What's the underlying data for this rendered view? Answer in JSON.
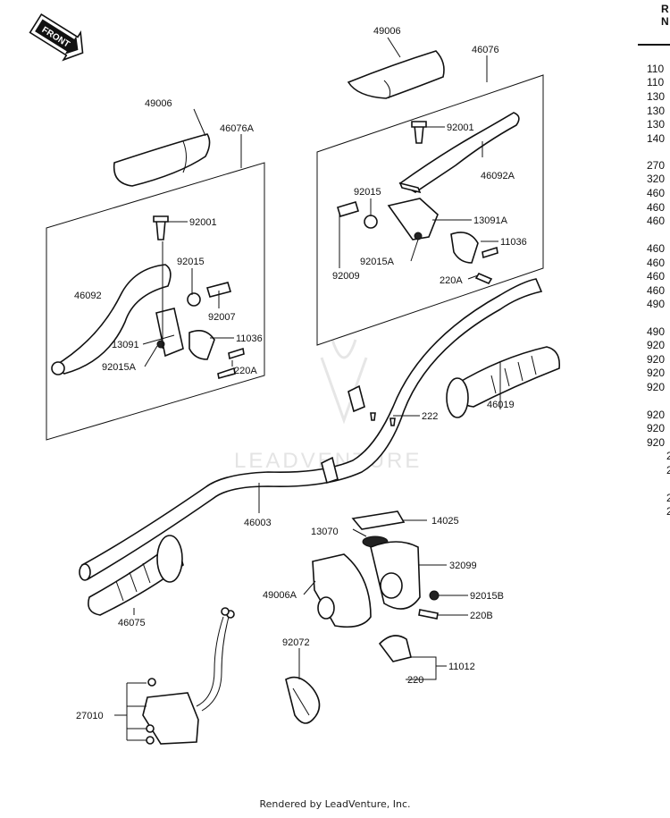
{
  "front_badge": "FRONT",
  "watermark": "LEADVENTURE",
  "footer": "Rendered by LeadVenture, Inc.",
  "labels": {
    "grip_cover_right": "49006",
    "grip_cover_left": "49006",
    "lever_assy_right": "46076",
    "lever_assy_left": "46076A",
    "bolt_right": "92001",
    "bolt_left": "92001",
    "lever_right": "46092A",
    "lever_left": "46092",
    "washer_right": "92015",
    "washer_left": "92015",
    "holder_right": "13091A",
    "holder_left": "13091",
    "clamp_right": "11036",
    "clamp_left": "11036",
    "adjuster_right": "92009",
    "adjuster_left": "92007",
    "nut_right": "92015A",
    "nut_left": "92015A",
    "screw_right": "220A",
    "screw_left": "220A",
    "handlebar": "46003",
    "grip_right": "46019",
    "grip_left": "46075",
    "screw_222": "222",
    "plate": "14025",
    "pulley": "13070",
    "throttle_case": "32099",
    "throttle_cover": "49006A",
    "nut_throttle": "92015B",
    "screw_throttle": "220B",
    "cable_clamp": "92072",
    "bracket_assy": "11012",
    "screw_220": "220",
    "switch": "27010"
  },
  "side_column": {
    "header": [
      "R",
      "N"
    ],
    "items": [
      "110",
      "110",
      "130",
      "130",
      "130",
      "140",
      "270",
      "320",
      "460",
      "460",
      "460",
      "460",
      "460",
      "460",
      "460",
      "490",
      "490",
      "920",
      "920",
      "920",
      "920",
      "920",
      "920",
      "920",
      "2",
      "2",
      "2",
      "2"
    ]
  }
}
